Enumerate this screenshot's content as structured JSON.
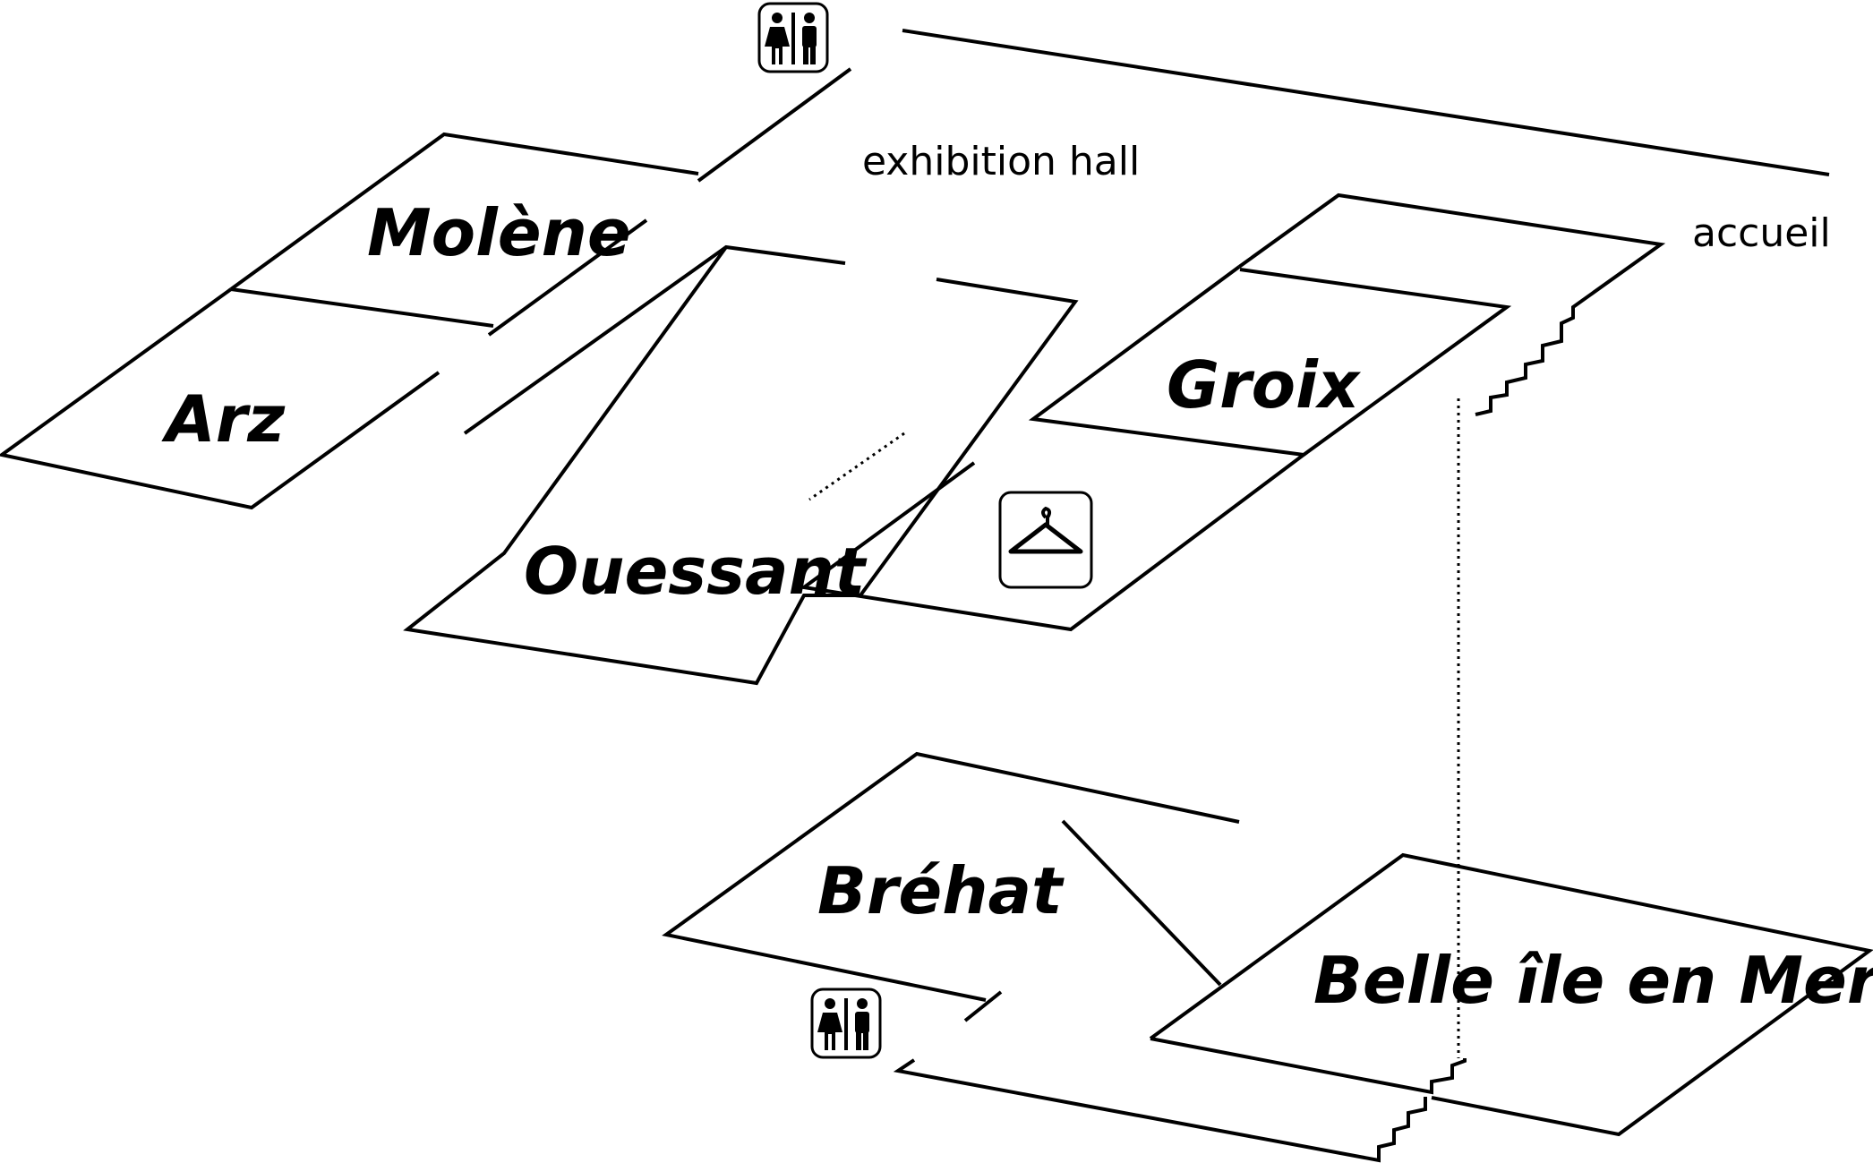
{
  "rooms": {
    "molene": "Molène",
    "arz": "Arz",
    "ouessant": "Ouessant",
    "groix": "Groix",
    "brehat": "Bréhat",
    "belle_ile": "Belle île en Mer"
  },
  "areas": {
    "exhibition_hall": "exhibition hall",
    "accueil": "accueil"
  },
  "icons": {
    "restroom": "restroom-icon",
    "cloakroom": "coat-hanger-icon"
  }
}
